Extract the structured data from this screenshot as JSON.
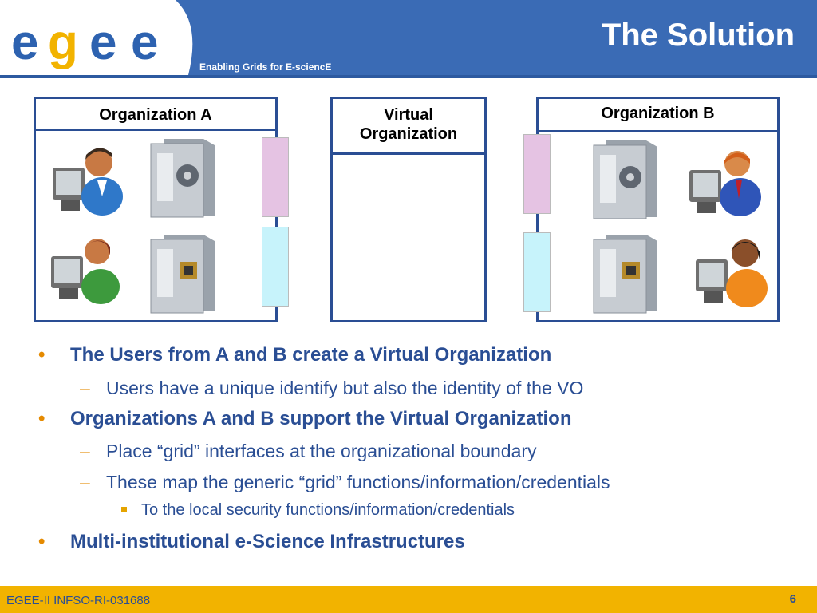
{
  "header": {
    "title": "The Solution",
    "subtitle": "Enabling Grids for E-sciencE",
    "logo_text": "egee"
  },
  "diagram": {
    "org_a_label": "Organization A",
    "vo_label_line1": "Virtual",
    "vo_label_line2": "Organization",
    "org_b_label": "Organization B"
  },
  "bullets": [
    {
      "level": 1,
      "text": "The Users from A and B create a Virtual Organization"
    },
    {
      "level": 2,
      "text": "Users have a unique identify but also the identity of the VO"
    },
    {
      "level": 1,
      "text": "Organizations A and B support the Virtual Organization"
    },
    {
      "level": 2,
      "text": "Place “grid” interfaces at the organizational boundary"
    },
    {
      "level": 2,
      "text": "These map the generic “grid” functions/information/credentials"
    },
    {
      "level": 3,
      "text": "To the local security functions/information/credentials"
    },
    {
      "level": 1,
      "text": "Multi-institutional e-Science Infrastructures"
    }
  ],
  "footer": {
    "project": "EGEE-II INFSO-RI-031688",
    "page": "6"
  },
  "colors": {
    "header_blue": "#3a6bb5",
    "box_border": "#2a4e94",
    "footer_gold": "#f2b300",
    "bullet_orange": "#e58a00"
  }
}
